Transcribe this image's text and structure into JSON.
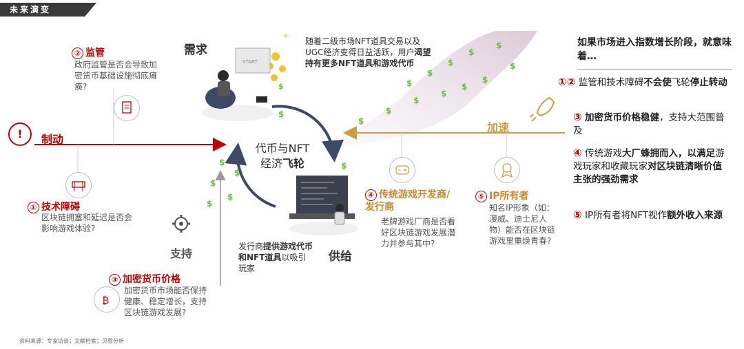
{
  "section_tag": "未来演变",
  "demand": {
    "title": "需求",
    "desc_plain": "随着二级市场NFT道具交易以及UGC经济变得日益活跃，用户",
    "desc_bold": "渴望持有更多NFT道具和游戏代币"
  },
  "supply": {
    "title": "供给",
    "desc_prefix": "发行商",
    "desc_bold": "提供游戏代币和NFT道具",
    "desc_suffix": "以吸引玩家"
  },
  "flywheel": {
    "line1": "代币与NFT",
    "line2_plain": "经济",
    "line2_bold": "飞轮"
  },
  "brake": {
    "label": "制动"
  },
  "support": {
    "label": "支持"
  },
  "accelerate": {
    "label": "加速"
  },
  "factors": {
    "regulation": {
      "num": "②",
      "title": "监管",
      "desc": "政府监管是否会导致加密货币基础设施彻底瘫痪?"
    },
    "tech": {
      "num": "①",
      "title": "技术障碍",
      "desc": "区块链拥塞和延迟是否会影响游戏体验?"
    },
    "crypto": {
      "num": "③",
      "title": "加密货币价格",
      "desc": "加密货币市场能否保持健康、稳定增长，支持区块链游戏发展?"
    },
    "publishers": {
      "num": "④",
      "title": "传统游戏开发商/发行商",
      "desc": "老牌游戏厂商是否看好区块链游戏发展潜力并参与其中?"
    },
    "ip": {
      "num": "⑤",
      "title": "IP所有者",
      "desc": "知名IP形象（如：漫威、迪士尼人物）能否在区块链游戏里重焕青春?"
    }
  },
  "right": {
    "title": "如果市场进入指数增长阶段，就意味着…",
    "items": [
      {
        "num": "①②",
        "plain1": "监管和技术障碍",
        "bold": "不会使",
        "plain2": "飞轮",
        "bold2": "停止转动"
      },
      {
        "num": "③",
        "bold": "加密货币价格稳健",
        "plain2": "，支持大范围普及"
      },
      {
        "num": "④",
        "plain1": "传统游戏",
        "bold": "大厂蜂拥而入，以满足",
        "plain2": "游戏玩家和收藏玩家",
        "bold2": "对区块链清晰价值主张的强劲需求"
      },
      {
        "num": "⑤",
        "plain1": "IP所有者将NFT视作",
        "bold": "额外收入来源"
      }
    ]
  },
  "source": "资料来源：专家访谈；文献检索；贝恩分析",
  "colors": {
    "red": "#c00000",
    "gold": "#c8a040",
    "gray": "#999999",
    "dark": "#3a3a3a",
    "purple": "#e6d6e3"
  }
}
